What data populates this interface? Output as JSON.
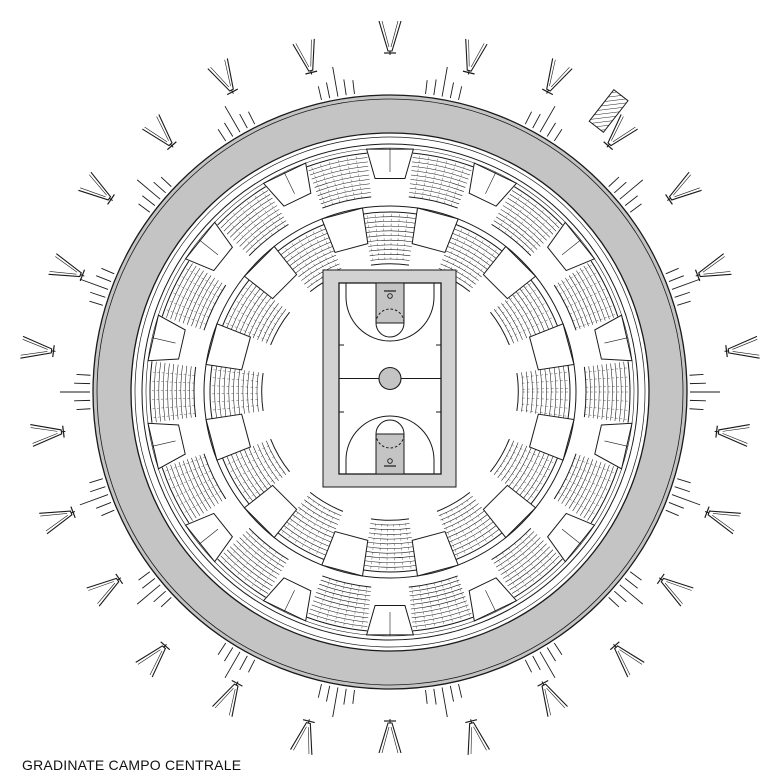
{
  "caption": "GRADINATE CAMPO CENTRALE",
  "colors": {
    "line": "#1a1a1a",
    "ring_fill": "#c4c4c4",
    "court_surround": "#d2d2d2",
    "court": "#ffffff",
    "background": "#ffffff"
  },
  "drawing": {
    "outer_ring": "concourse-ring",
    "stands": "two-tiers-of-seating-around-court",
    "court": "basketball-court",
    "supports": "v-shaped-masts-around-perimeter"
  }
}
